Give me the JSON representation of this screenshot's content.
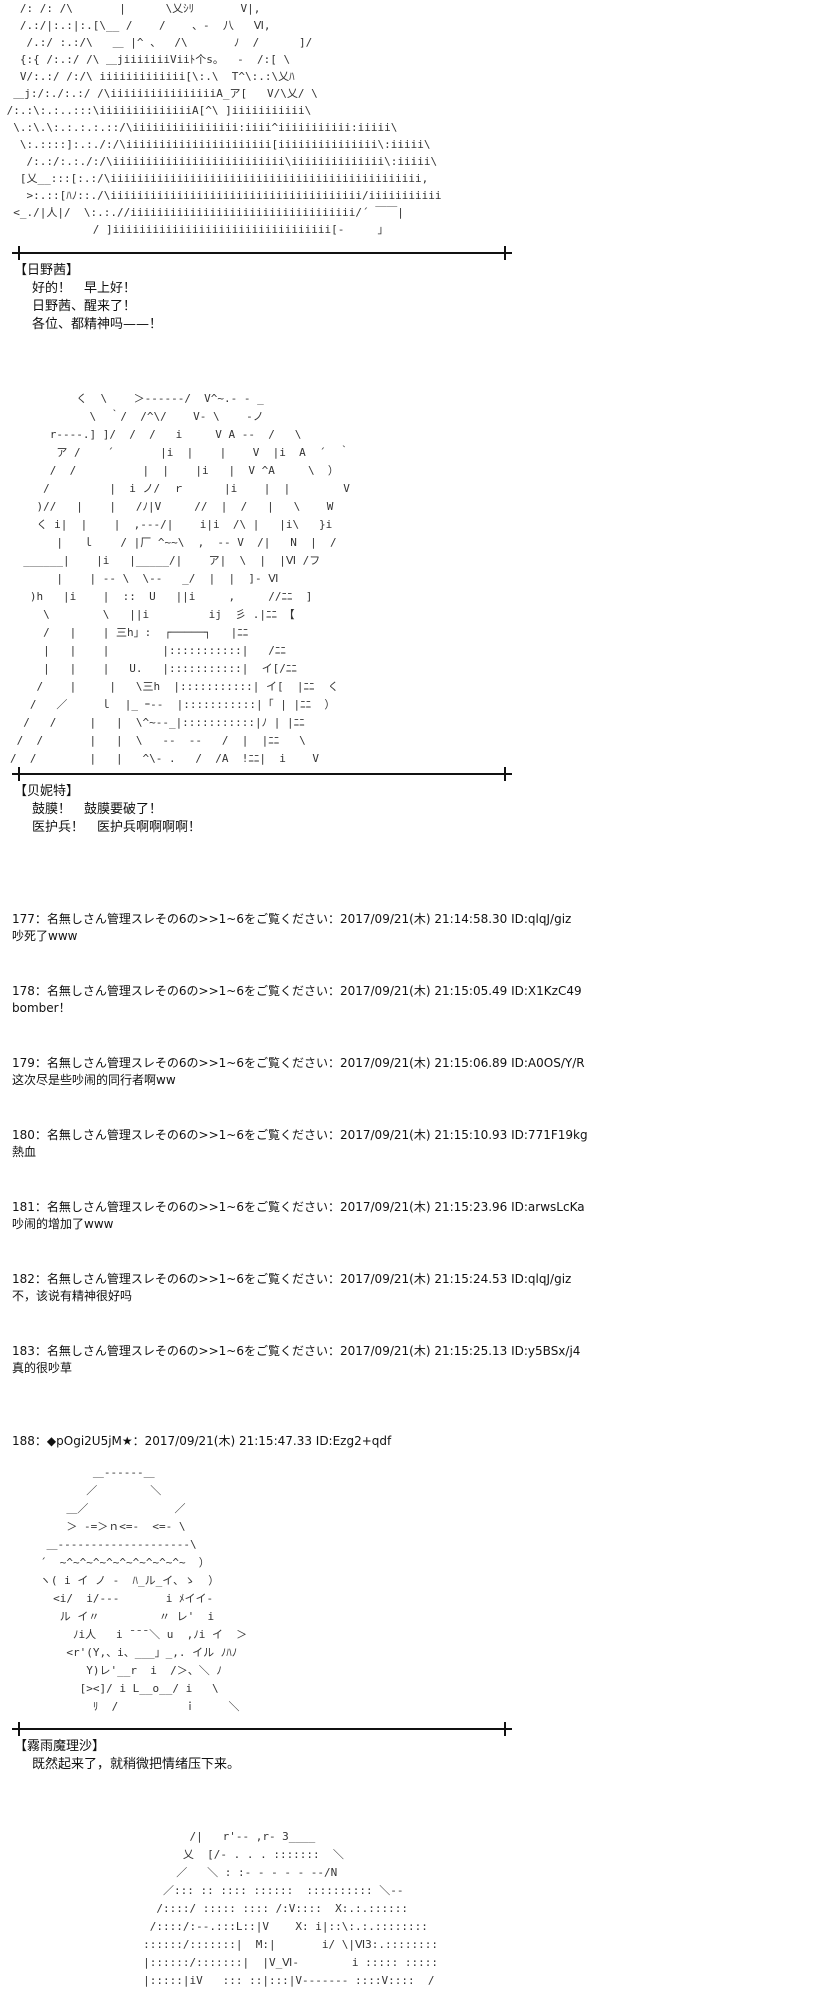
{
  "art": {
    "a1": "   /: /: /\\       |      \\乂ｼﾘ       V|,\n   /.:/|:.:|:.[\\__ /    /    、‐  八   Ⅵ,\n    /.:/ :.:/\\   ＿ |^ 、  /\\       ﾉ  /      ]/\n   {:{ /:.:/ /\\ ＿jiiiiiiiViiﾄ个s。  ‐  /:[ \\\n   V/:.:/ /:/\\ iiiiiiiiiiiii[\\:.\\  T^\\:.:\\乂ﾊ\n  ＿j:/:./:.:/ /\\iiiiiiiiiiiiiiiiA_ア[   V/\\乂/ \\\n /:.:\\:.:..:::\\iiiiiiiiiiiiiiA[^\\ ]iiiiiiiiiii\\\n  \\.:\\.\\:.:.:.:.::/\\iiiiiiiiiiiiiiii:iiii^iiiiiiiiiii:iiiii\\\n   \\:.::::]:.:./:/\\iiiiiiiiiiiiiiiiiiiiii[iiiiiiiiiiiiiii\\:iiiii\\\n    /:.:/:.:./:/\\iiiiiiiiiiiiiiiiiiiiiiiiii\\iiiiiiiiiiiiii\\:iiiii\\\n   [乂__:::[:.:/\\iiiiiiiiiiiiiiiiiiiiiiiiiiiiiiiiiiiiiiiiiiiiiii,\n    >:.::[ﾊﾉ::./\\iiiiiiiiiiiiiiiiiiiiiiiiiiiiiiiiiiiiii/iiiiiiiiiii\n  <_./|人|/  \\:.:.//iiiiiiiiiiiiiiiiiiiiiiiiiiiiiiiiii/´ ￣￣|\n              / ]iiiiiiiiiiiiiiiiiiiiiiiiiiiiiiiii[‐     」",
    "a2": "          く  \\    ＞‐‐‐‐‐‐/  V^~.- ‐ _\n            \\  ｀/  /^\\/    V‐ \\    ‐ノ\n      r‐‐‐‐.] ]/  /  /   i     V A ‐‐  /   \\\n       ア /    ´       |i  |    |    V  |i  A  ´  ｀\n      /  /          |  |    |i   |  V ^A     \\  ）\n     /         |  i ノ/  ｒ      |i    |  |        V\n    )//   |    |   /ﾉ|V     //  |  /   |   \\    W\n    く i|  |    |  ,‐‐‐/|    i|i  /\\ |   |i\\   }i\n       |   ｌ    / |厂 ^~~\\  ,  ‐‐ V  /|   N  |  /\n  ______|    |i   |_____/|    ア|  \\  |  |Ⅵ /フ\n       |    | ‐‐ \\  \\‐‐   _/  |  |  ]‐ Ⅵ\n   )h   |i    |  ::  U   ||i     ,     //ﾆﾆ  ]\n     \\        \\   ||i         ij  彡 .|ﾆﾆ 【\n     /   |    | 三h」:  ┌─────┐   |ﾆﾆ\n     |   |    |        |:::::::::::|   /ﾆﾆ\n     |   |    |   U.   |:::::::::::|  イ[/ﾆﾆ\n    /    |     |   \\三h  |:::::::::::| イ[  |ﾆﾆ  く\n   /   ／     ｌ  |_ ｰ‐‐  |:::::::::::|「 | |ﾆﾆ  ）\n  /   /     |   |  \\^~‐‐_|:::::::::::|ﾉ | |ﾆﾆ\n /  /       |   |  \\   ‐‐  ‐‐   /  |  |ﾆﾆ   \\\n/  /        |   |   ^\\‐ .   /  /A  !ﾆﾆ|  i    V",
    "a3": "           ＿‐‐‐‐‐‐＿\n          ／        ＼\n       ＿／             ／\n       ＞ ‐=＞ｎ<=‐  <=‐ \\\n    ＿‐‐‐‐‐‐‐‐‐‐‐‐‐‐‐‐‐‐‐‐\\\n   ´  ~^~^~^~^~^~^~^~^~^~  ）\n   ヽ( i イ ノ ‐  ﾊ_ル_イ、ゝ  ）\n     <i/  i/‐‐‐       i ﾒイイ‐\n      ル イ〃         〃 レ'  i\n        ﾉi人   i ̄ ̄ ̄ ＼ u  ,ﾉi イ  ＞\n       <r'(Y,、i、___」_,. イル ﾉﾊﾉ\n          Y)レ'__r  i  /＞、＼ ﾉ\n         [><]/ i L__o__/ i   \\\n           ﾘ  /          ｉ     ＼",
    "a4": "            /|   r'‐‐ ,r‐ 3____\n           乂  [/‐ . . . :::::::  ＼\n          ／   ＼ : :‐ ‐ ‐ ‐ ‐ ‐‐/N\n        ／::: :: :::: ::::::  :::::::::: ＼‐‐\n       /::::/ ::::: :::: /:V::::  X:.:.::::::\n      /::::/:‐‐.:::L::|V    X: i|::\\:.:.::::::::\n     ::::::/:::::::|  M:|       i/ \\|Ⅵ3:.::::::::\n     |::::::/:::::::|  |V_Ⅵ‐        i ::::: :::::\n     |:::::|iV   ::: ::|:::|V‐‐‐‐‐‐‐ ::::V::::  /"
  },
  "dialogues": [
    {
      "speaker": "【日野茜】",
      "lines": [
        "好的！　早上好！",
        "日野茜、醒来了！",
        "各位、都精神吗——！"
      ]
    },
    {
      "speaker": "【贝妮特】",
      "lines": [
        "鼓膜！　鼓膜要破了！",
        "医护兵！　医护兵啊啊啊啊！"
      ]
    },
    {
      "speaker": "【霧雨魔理沙】",
      "lines": [
        "既然起来了，就稍微把情绪压下来。"
      ]
    }
  ],
  "posts": [
    {
      "header": "177：名無しさん管理スレその6の>>1~6をご覧ください：2017/09/21(木) 21:14:58.30 ID:qlqJ/giz",
      "body": "吵死了www"
    },
    {
      "header": "178：名無しさん管理スレその6の>>1~6をご覧ください：2017/09/21(木) 21:15:05.49 ID:X1KzC49",
      "body": "bomber！"
    },
    {
      "header": "179：名無しさん管理スレその6の>>1~6をご覧ください：2017/09/21(木) 21:15:06.89 ID:A0OS/Y/R",
      "body": "这次尽是些吵闹的同行者啊ww"
    },
    {
      "header": "180：名無しさん管理スレその6の>>1~6をご覧ください：2017/09/21(木) 21:15:10.93 ID:771F19kg",
      "body": "熱血"
    },
    {
      "header": "181：名無しさん管理スレその6の>>1~6をご覧ください：2017/09/21(木) 21:15:23.96 ID:arwsLcKa",
      "body": "吵闹的增加了www"
    },
    {
      "header": "182：名無しさん管理スレその6の>>1~6をご覧ください：2017/09/21(木) 21:15:24.53 ID:qlqJ/giz",
      "body": "不，该说有精神很好吗"
    },
    {
      "header": "183：名無しさん管理スレその6の>>1~6をご覧ください：2017/09/21(木) 21:15:25.13 ID:y5BSx/j4",
      "body": "真的很吵草"
    },
    {
      "header": "188：◆pOgi2U5jM★：2017/09/21(木) 21:15:47.33 ID:Ezg2+qdf",
      "body": ""
    }
  ]
}
